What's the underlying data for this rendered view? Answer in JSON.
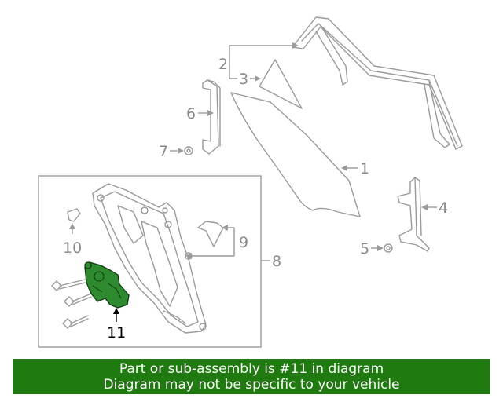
{
  "callouts": {
    "c1": "1",
    "c2": "2",
    "c3": "3",
    "c4": "4",
    "c5": "5",
    "c6": "6",
    "c7": "7",
    "c8": "8",
    "c9": "9",
    "c10": "10",
    "c11": "11"
  },
  "highlight_color": "#2e8a2e",
  "banner": {
    "line1": "Part or sub-assembly is #11 in diagram",
    "line2": "Diagram may not be specific to your vehicle",
    "background": "#1f7a0f"
  }
}
